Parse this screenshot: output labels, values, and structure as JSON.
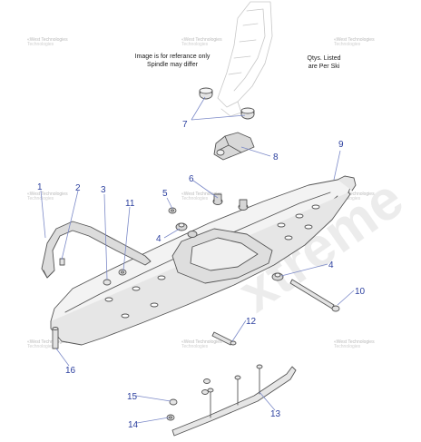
{
  "notes": {
    "image_note_line1": "Image is for referance only",
    "image_note_line2": "Spindle may differ",
    "qty_note_line1": "Qtys. Listed",
    "qty_note_line2": "are Per Ski"
  },
  "watermark": {
    "small_line1": "«West Technologies",
    "small_line2": "Technologies",
    "large": "xtreme"
  },
  "part_labels": {
    "p1": "1",
    "p2": "2",
    "p3": "3",
    "p4a": "4",
    "p4b": "4",
    "p5": "5",
    "p6": "6",
    "p7": "7",
    "p8": "8",
    "p9": "9",
    "p10": "10",
    "p11": "11",
    "p12": "12",
    "p13": "13",
    "p14": "14",
    "p15": "15",
    "p16": "16"
  },
  "colors": {
    "line": "#555555",
    "label": "#2b3f9e",
    "leader": "#7c8ac8",
    "part_fill": "#e3e3e3"
  }
}
